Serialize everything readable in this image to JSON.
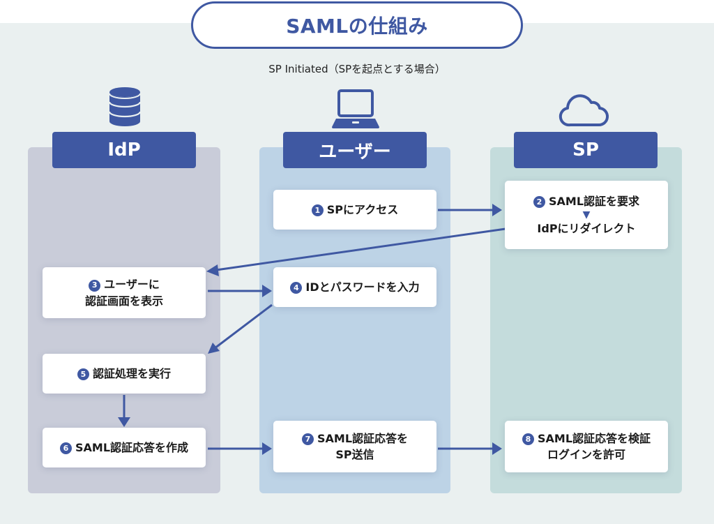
{
  "title": "SAMLの仕組み",
  "subtitle": "SP Initiated（SPを起点とする場合）",
  "colors": {
    "accent": "#3f58a2",
    "background": "#eaf0f0",
    "idp_column": "#c9ccd9",
    "user_column": "#bdd3e6",
    "sp_column": "#c4dcdc",
    "step_box": "#ffffff"
  },
  "columns": [
    {
      "id": "idp",
      "label": "IdP",
      "icon": "database-icon"
    },
    {
      "id": "user",
      "label": "ユーザー",
      "icon": "laptop-icon"
    },
    {
      "id": "sp",
      "label": "SP",
      "icon": "cloud-icon"
    }
  ],
  "steps": [
    {
      "num": "1",
      "column": "user",
      "lines": [
        "SPにアクセス"
      ]
    },
    {
      "num": "2",
      "column": "sp",
      "lines": [
        "SAML認証を要求",
        "IdPにリダイレクト"
      ],
      "inner_marker": "▼"
    },
    {
      "num": "3",
      "column": "idp",
      "lines": [
        "ユーザーに",
        "認証画面を表示"
      ]
    },
    {
      "num": "4",
      "column": "user",
      "lines": [
        "IDとパスワードを入力"
      ]
    },
    {
      "num": "5",
      "column": "idp",
      "lines": [
        "認証処理を実行"
      ]
    },
    {
      "num": "6",
      "column": "idp",
      "lines": [
        "SAML認証応答を作成"
      ]
    },
    {
      "num": "7",
      "column": "user",
      "lines": [
        "SAML認証応答を",
        "SP送信"
      ]
    },
    {
      "num": "8",
      "column": "sp",
      "lines": [
        "SAML認証応答を検証",
        "ログインを許可"
      ]
    }
  ],
  "flows": [
    {
      "from": "1",
      "to": "2"
    },
    {
      "from": "2",
      "to": "3"
    },
    {
      "from": "3",
      "to": "4"
    },
    {
      "from": "4",
      "to": "5"
    },
    {
      "from": "5",
      "to": "6"
    },
    {
      "from": "6",
      "to": "7"
    },
    {
      "from": "7",
      "to": "8"
    }
  ]
}
